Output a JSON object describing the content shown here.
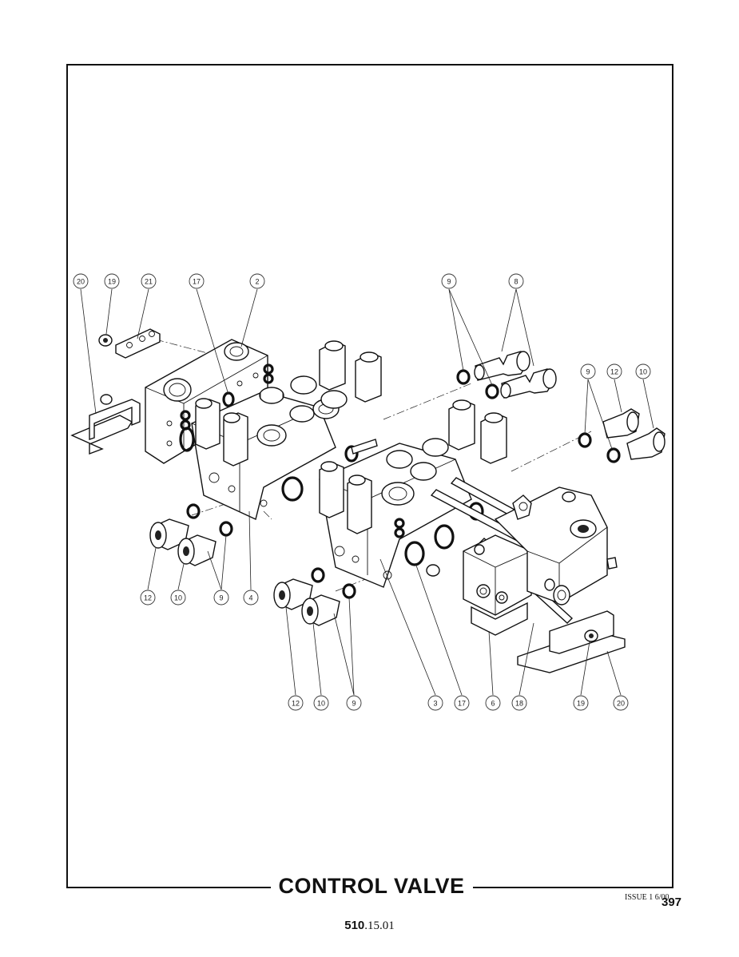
{
  "title": "CONTROL VALVE",
  "issue": "ISSUE 1 6/00",
  "page_number": "397",
  "reference": {
    "bold": "510",
    "rest": ".15.01"
  },
  "callouts": [
    {
      "id": "c-20-a",
      "label": "20"
    },
    {
      "id": "c-19-a",
      "label": "19"
    },
    {
      "id": "c-21",
      "label": "21"
    },
    {
      "id": "c-17-a",
      "label": "17"
    },
    {
      "id": "c-2",
      "label": "2"
    },
    {
      "id": "c-9-a",
      "label": "9"
    },
    {
      "id": "c-8",
      "label": "8"
    },
    {
      "id": "c-9-b",
      "label": "9"
    },
    {
      "id": "c-12-a",
      "label": "12"
    },
    {
      "id": "c-10-a",
      "label": "10"
    },
    {
      "id": "c-12-b",
      "label": "12"
    },
    {
      "id": "c-10-b",
      "label": "10"
    },
    {
      "id": "c-9-c",
      "label": "9"
    },
    {
      "id": "c-4",
      "label": "4"
    },
    {
      "id": "c-12-c",
      "label": "12"
    },
    {
      "id": "c-10-c",
      "label": "10"
    },
    {
      "id": "c-9-d",
      "label": "9"
    },
    {
      "id": "c-3",
      "label": "3"
    },
    {
      "id": "c-17-b",
      "label": "17"
    },
    {
      "id": "c-6",
      "label": "6"
    },
    {
      "id": "c-18",
      "label": "18"
    },
    {
      "id": "c-19-b",
      "label": "19"
    },
    {
      "id": "c-20-b",
      "label": "20"
    }
  ]
}
